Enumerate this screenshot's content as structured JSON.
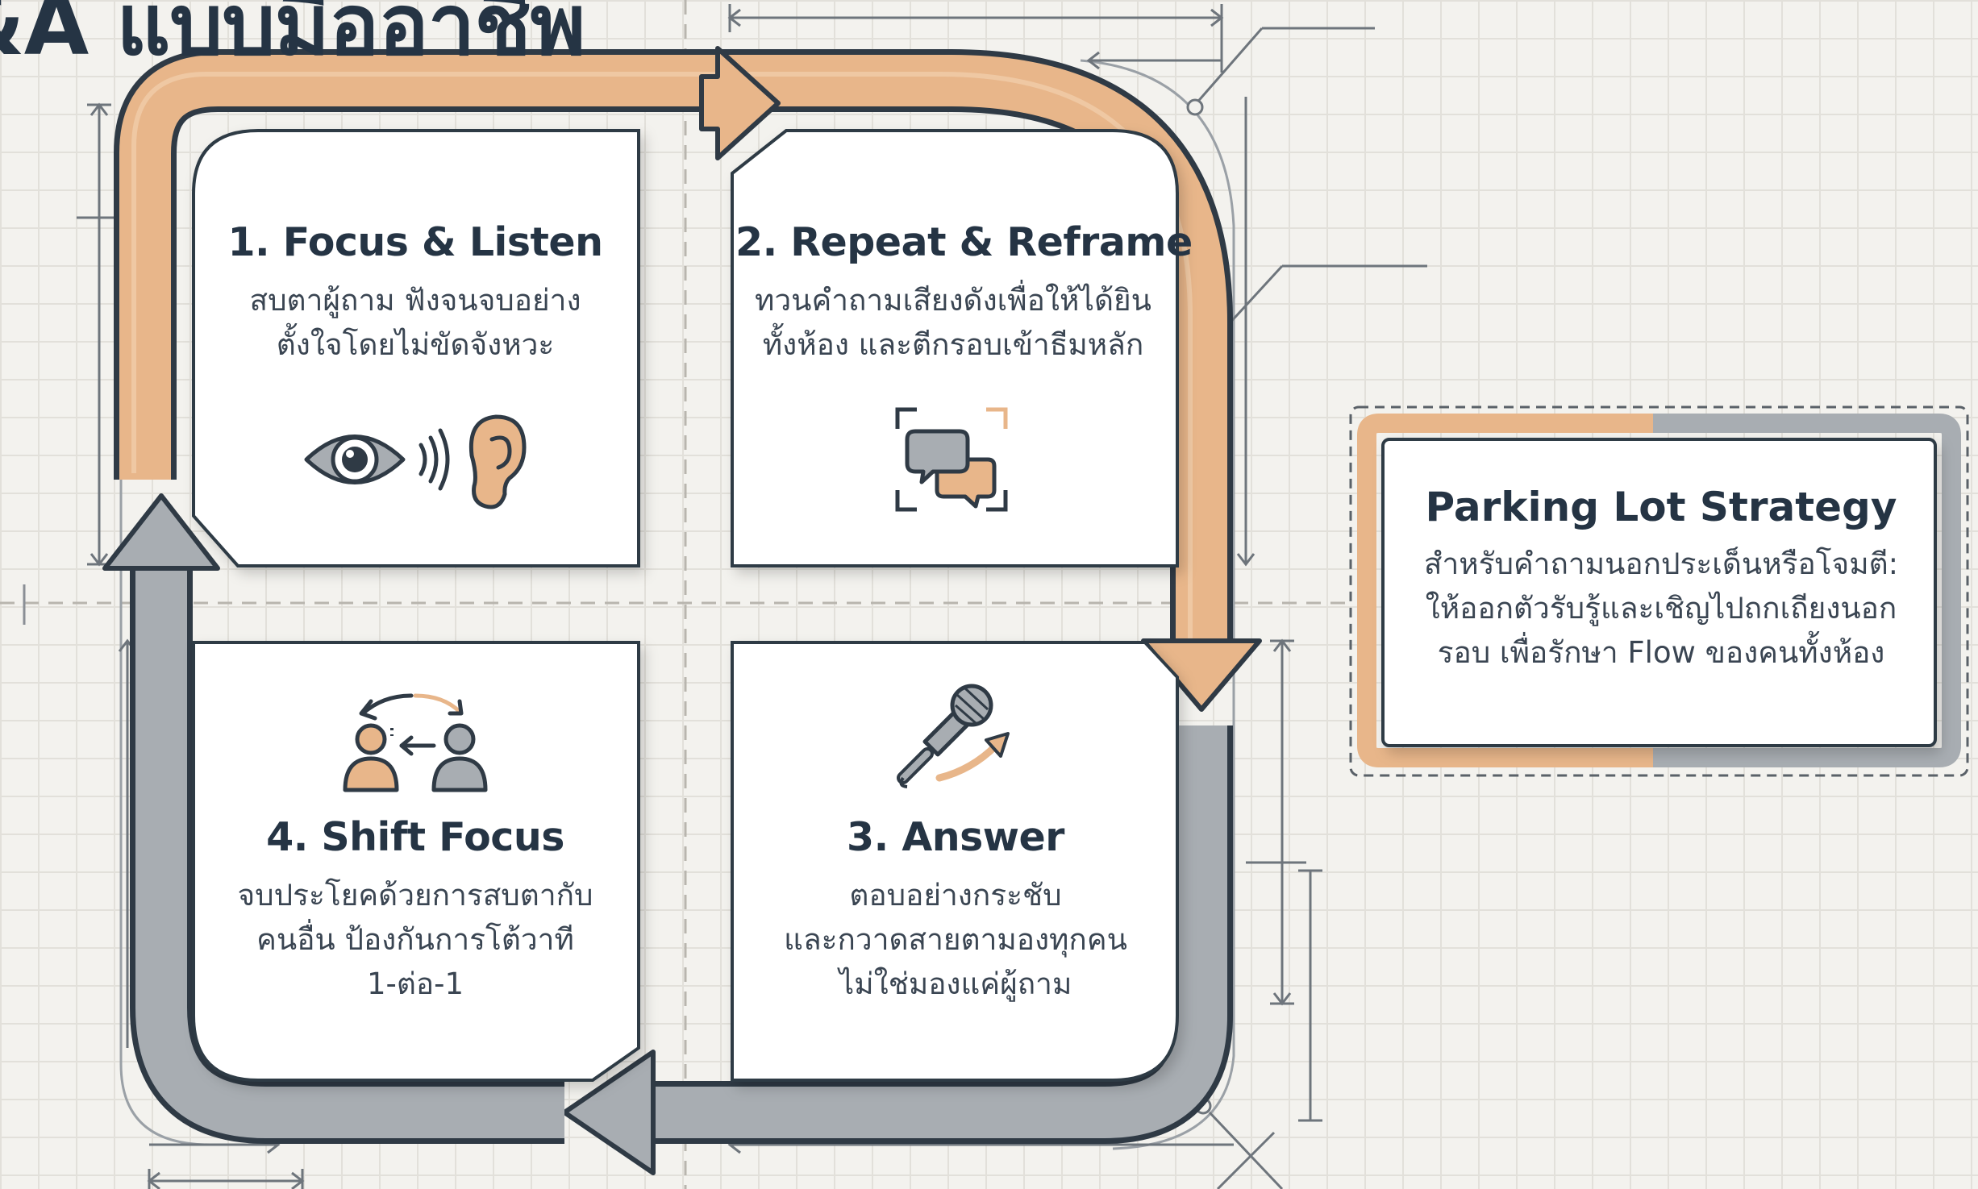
{
  "header": {
    "title": "&A แบบมืออาชีพ"
  },
  "steps": [
    {
      "title": "1. Focus & Listen",
      "description": "สบตาผู้ถาม ฟังจนจบอย่าง\nตั้งใจโดยไม่ขัดจังหวะ",
      "icon": "eye-listening-ear-icon"
    },
    {
      "title": "2. Repeat & Reframe",
      "description": "ทวนคำถามเสียงดังเพื่อให้ได้ยิน\nทั้งห้อง และตีกรอบเข้าธีมหลัก",
      "icon": "chat-bubbles-frame-icon"
    },
    {
      "title": "3. Answer",
      "description": "ตอบอย่างกระชับ\nและกวาดสายตามองทุกคน\nไม่ใช่มองแค่ผู้ถาม",
      "icon": "microphone-icon"
    },
    {
      "title": "4. Shift Focus",
      "description": "จบประโยคด้วยการสบตากับ\nคนอื่น ป้องกันการโต้วาที\n1-ต่อ-1",
      "icon": "people-shift-icon"
    }
  ],
  "parking_lot": {
    "title": "Parking Lot Strategy",
    "description": "สำหรับคำถามนอกประเด็นหรือโจมตี:\nให้ออกตัวรับรู้และเชิญไปถกเถียงนอก\nรอบ เพื่อรักษา Flow ของคนทั้งห้อง"
  },
  "colors": {
    "accent_orange": "#e8b68a",
    "accent_gray": "#a8adb2",
    "dark_text": "#253444",
    "background": "#f3f2ee"
  }
}
